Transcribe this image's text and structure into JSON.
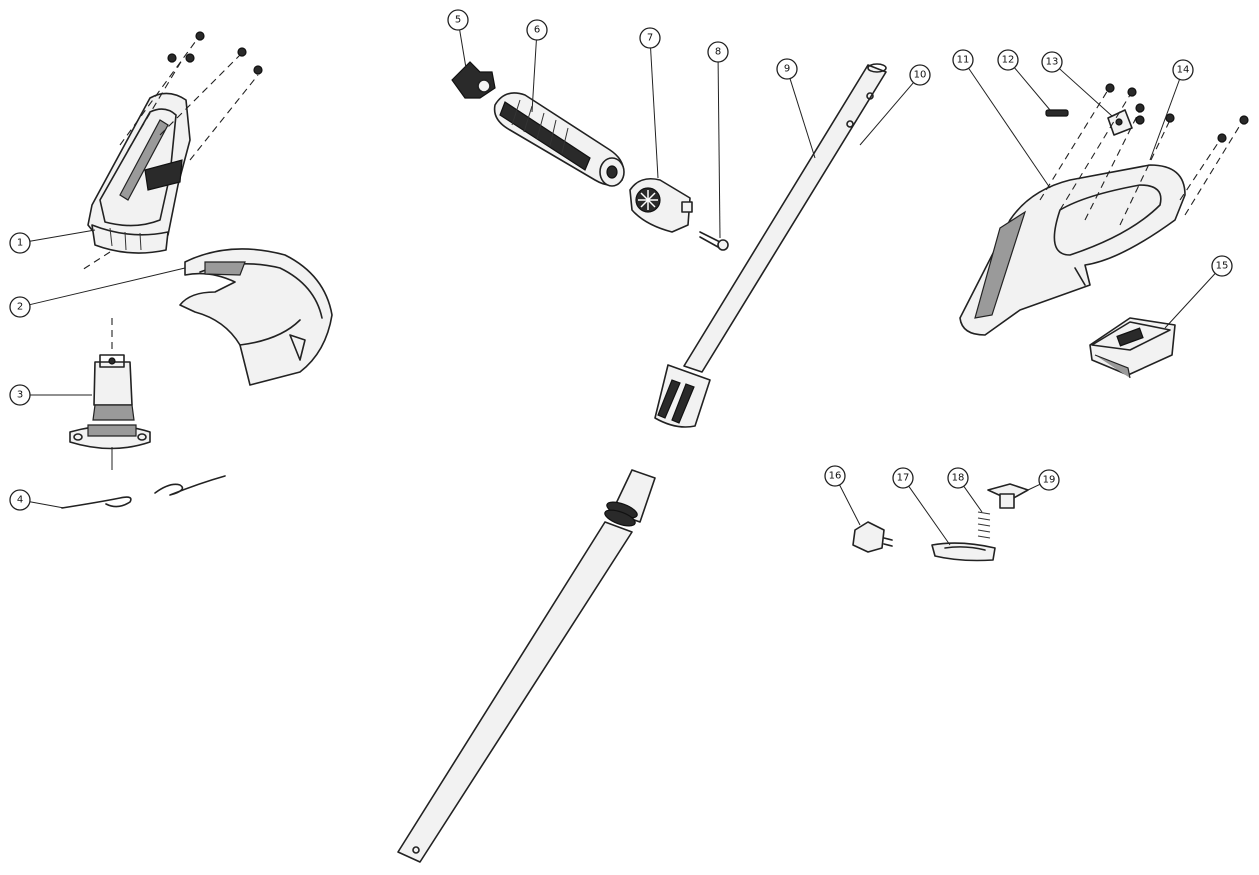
{
  "callouts": [
    {
      "id": "c1a",
      "label": "1"
    },
    {
      "id": "c2",
      "label": "2"
    },
    {
      "id": "c3",
      "label": "3"
    },
    {
      "id": "c4",
      "label": "4"
    },
    {
      "id": "c5",
      "label": "5"
    },
    {
      "id": "c6",
      "label": "6"
    },
    {
      "id": "c7",
      "label": "7"
    },
    {
      "id": "c8",
      "label": "8"
    },
    {
      "id": "c9",
      "label": "9"
    },
    {
      "id": "c10",
      "label": "10"
    },
    {
      "id": "c11",
      "label": "11"
    },
    {
      "id": "c12",
      "label": "12"
    },
    {
      "id": "c13",
      "label": "13"
    },
    {
      "id": "c14",
      "label": "14"
    },
    {
      "id": "c15",
      "label": "15"
    },
    {
      "id": "c16",
      "label": "16"
    },
    {
      "id": "c17",
      "label": "17"
    },
    {
      "id": "c18",
      "label": "18"
    },
    {
      "id": "c19",
      "label": "19"
    }
  ]
}
